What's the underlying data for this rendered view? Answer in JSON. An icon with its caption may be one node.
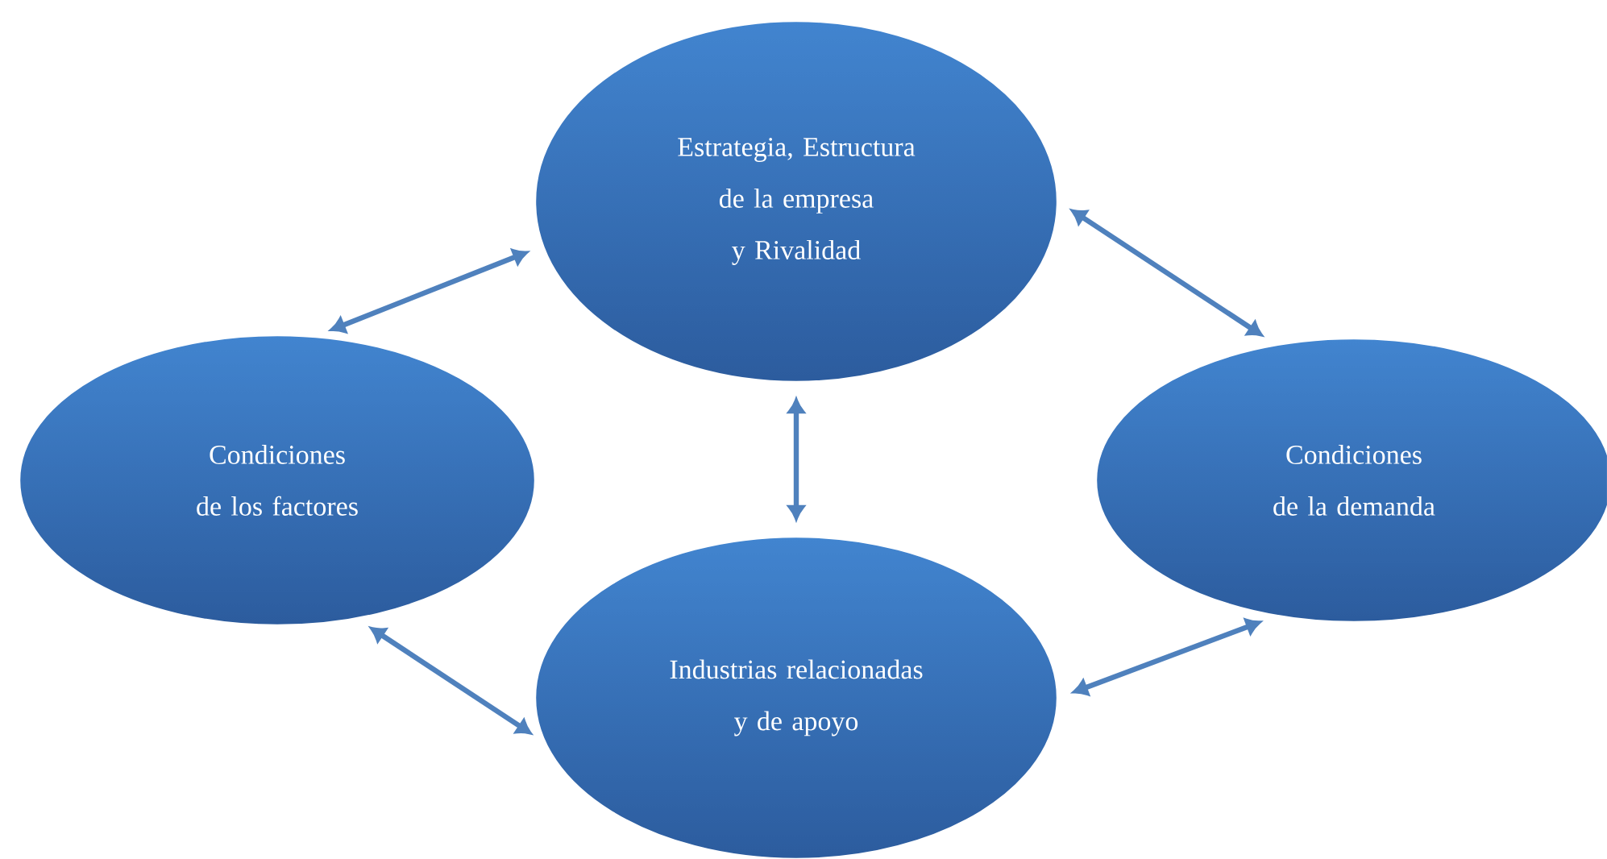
{
  "diagram": {
    "nodes": [
      {
        "text": [
          "Estrategia, Estructura de la empresa y Rivalidad"
        ]
      },
      {
        "text": [
          "Condiciones de los factores"
        ]
      },
      {
        "text": [
          "Condiciones de la demanda"
        ]
      },
      {
        "text": [
          "Industrias relacionadas y de apoyo"
        ]
      }
    ],
    "edges": [
      {
        "from": 1,
        "to": 0,
        "arrow": "both"
      },
      {
        "from": 0,
        "to": 2,
        "arrow": "both"
      },
      {
        "from": 0,
        "to": 3,
        "arrow": "both"
      },
      {
        "from": 1,
        "to": 3,
        "arrow": "both"
      },
      {
        "from": 3,
        "to": 2,
        "arrow": "both"
      }
    ]
  }
}
